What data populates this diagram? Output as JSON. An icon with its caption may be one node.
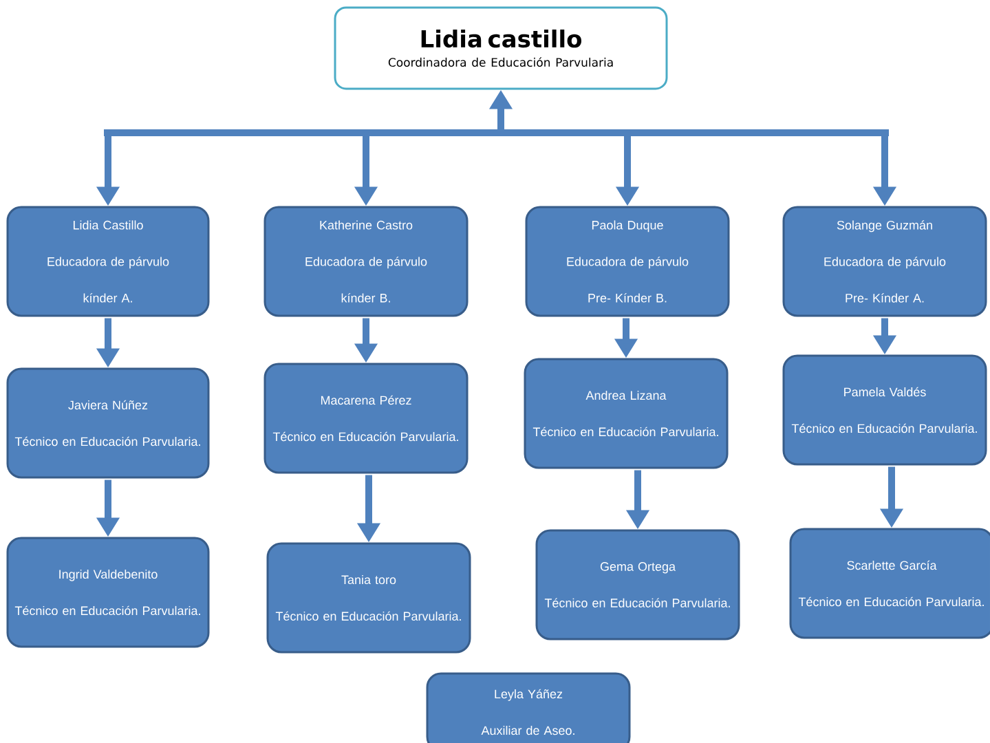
{
  "diagram": {
    "nodes": [
      {
        "text": [
          "Lidia castillo",
          "Coordinadora de Educación Parvularia"
        ]
      },
      {
        "text": [
          "Lidia Castillo",
          "Educadora de párvulo",
          "kínder A."
        ]
      },
      {
        "text": [
          "Katherine Castro",
          "Educadora de párvulo",
          "kínder B."
        ]
      },
      {
        "text": [
          "Paola Duque",
          "Educadora de párvulo",
          "Pre- Kínder B."
        ]
      },
      {
        "text": [
          "Solange Guzmán",
          "Educadora de párvulo",
          "Pre- Kínder A."
        ]
      },
      {
        "text": [
          "Javiera Núñez",
          "Técnico en Educación Parvularia."
        ]
      },
      {
        "text": [
          "Macarena Pérez",
          "Técnico en Educación Parvularia."
        ]
      },
      {
        "text": [
          "Andrea Lizana",
          "Técnico en Educación Parvularia."
        ]
      },
      {
        "text": [
          "Pamela Valdés",
          "Técnico en Educación Parvularia."
        ]
      },
      {
        "text": [
          "Ingrid Valdebenito",
          "Técnico en Educación Parvularia."
        ]
      },
      {
        "text": [
          "Tania toro",
          "Técnico en Educación Parvularia."
        ]
      },
      {
        "text": [
          "Gema Ortega",
          "Técnico en Educación Parvularia."
        ]
      },
      {
        "text": [
          "Scarlette García",
          "Técnico en Educación Parvularia."
        ]
      },
      {
        "text": [
          "Leyla Yáñez",
          "Auxiliar de Aseo."
        ]
      }
    ],
    "edges": [
      {
        "from": 0,
        "to": 1,
        "arrow": "both"
      },
      {
        "from": 0,
        "to": 2,
        "arrow": "both"
      },
      {
        "from": 0,
        "to": 3,
        "arrow": "both"
      },
      {
        "from": 0,
        "to": 4,
        "arrow": "both"
      },
      {
        "from": 1,
        "to": 5,
        "arrow": "to"
      },
      {
        "from": 5,
        "to": 9,
        "arrow": "to"
      },
      {
        "from": 2,
        "to": 6,
        "arrow": "to"
      },
      {
        "from": 6,
        "to": 10,
        "arrow": "to"
      },
      {
        "from": 3,
        "to": 7,
        "arrow": "to"
      },
      {
        "from": 7,
        "to": 11,
        "arrow": "to"
      },
      {
        "from": 4,
        "to": 8,
        "arrow": "to"
      },
      {
        "from": 8,
        "to": 12,
        "arrow": "to"
      }
    ]
  }
}
